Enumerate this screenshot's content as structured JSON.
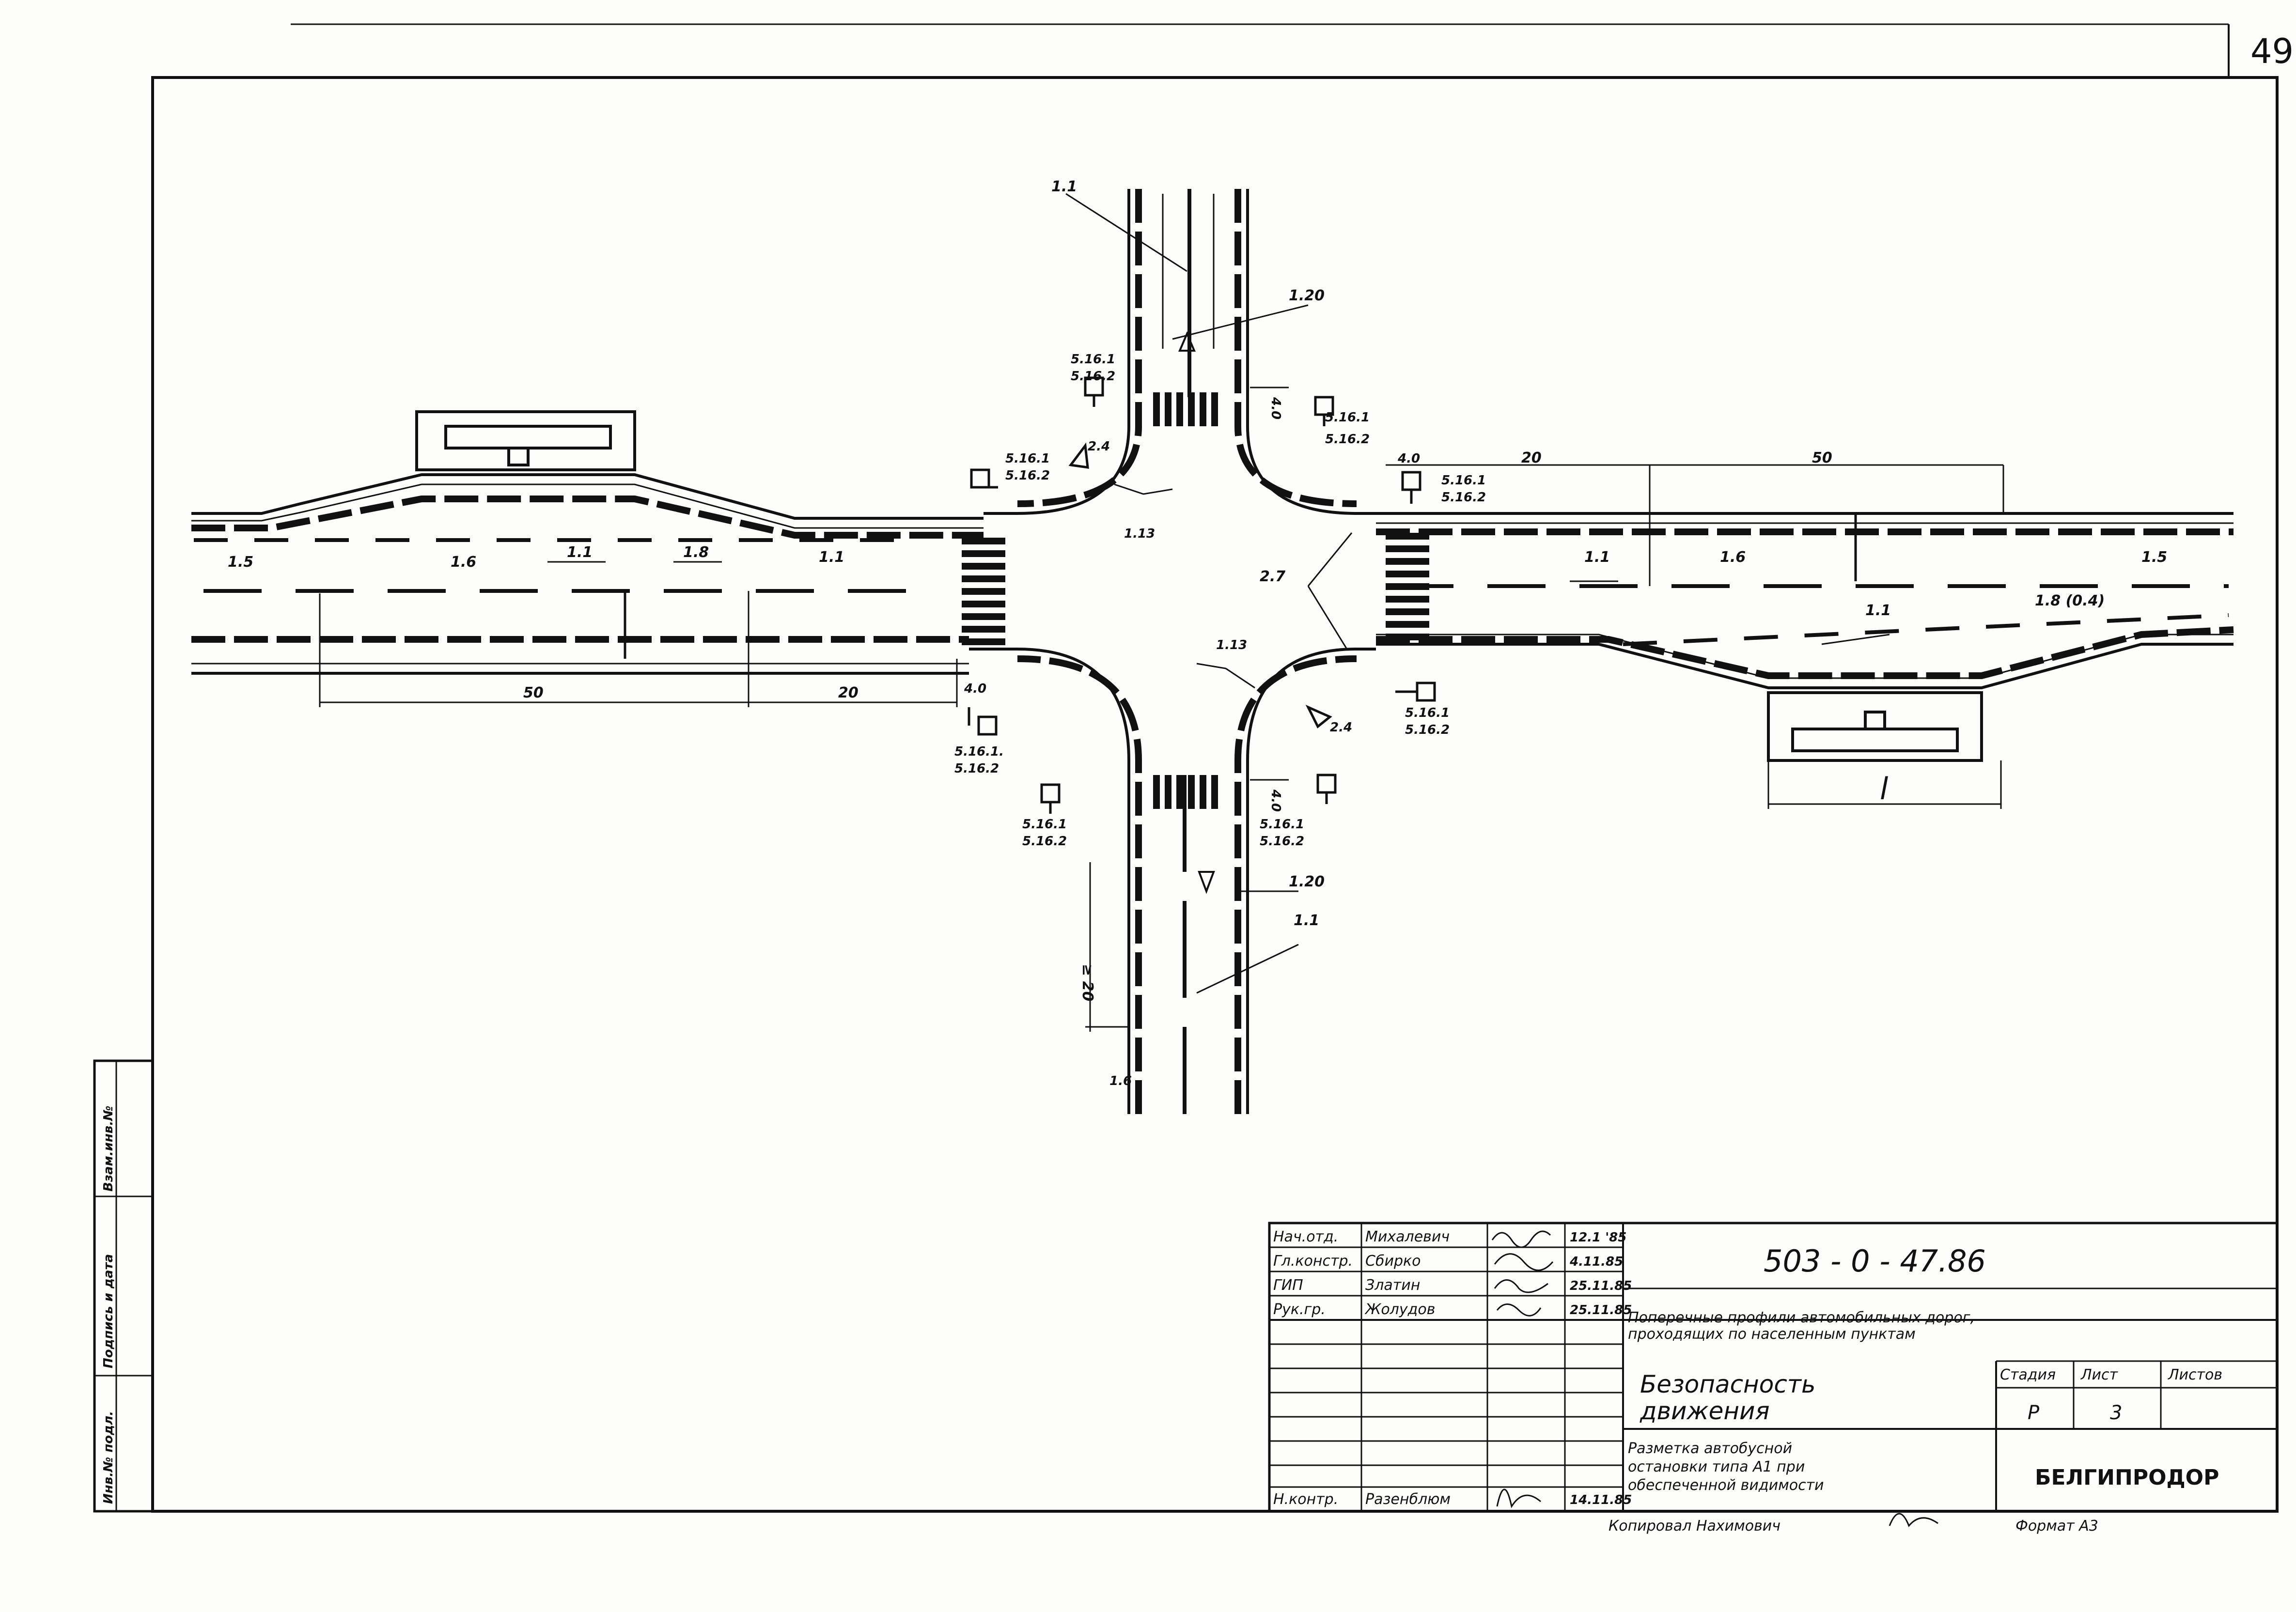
{
  "sheet_number": "49",
  "labels": {
    "m11": "1.1",
    "m120": "1.20",
    "m113": "1.13",
    "m15": "1.5",
    "m16": "1.6",
    "m18": "1.8",
    "m18w": "1.8 (0.4)",
    "m27": "2.7",
    "m24": "2.4",
    "s161": "5.16.1",
    "s162": "5.16.2",
    "s161dot": "5.16.1.",
    "d40": "4.0",
    "d20": "20",
    "d50": "50",
    "dge20": "≥ 20",
    "dl": "l"
  },
  "side_stamp": {
    "inv_podl": "Инв.№ подл.",
    "podpis": "Подпись и дата",
    "vzam": "Взам.инв.№"
  },
  "title_block": {
    "rows": [
      {
        "role": "Нач.отд.",
        "name": "Михалевич",
        "sign": "",
        "date": "12.1 '85"
      },
      {
        "role": "Гл.констр.",
        "name": "Сбирко",
        "sign": "",
        "date": "4.11.85"
      },
      {
        "role": "ГИП",
        "name": "Златин",
        "sign": "",
        "date": "25.11.85"
      },
      {
        "role": "Рук.гр.",
        "name": "Жолудов",
        "sign": "",
        "date": "25.11.85"
      }
    ],
    "control": {
      "role": "Н.контр.",
      "name": "Разенблюм",
      "date": "14.11.85"
    },
    "doc_code": "503 - 0 - 47.86",
    "project_title": "Поперечные профили автомобильных дорог, проходящих по населенным пунктам",
    "section": "Безопасность движения",
    "sheet_title": "Разметка автобусной остановки типа А1 при обеспеченной видимости",
    "stage_header": "Стадия",
    "sheet_header": "Лист",
    "sheets_header": "Листов",
    "stage": "Р",
    "sheet": "3",
    "sheets": "",
    "organization": "БЕЛГИПРОДОР",
    "copied_by": "Копировал Нахимович",
    "format": "Формат А3"
  }
}
